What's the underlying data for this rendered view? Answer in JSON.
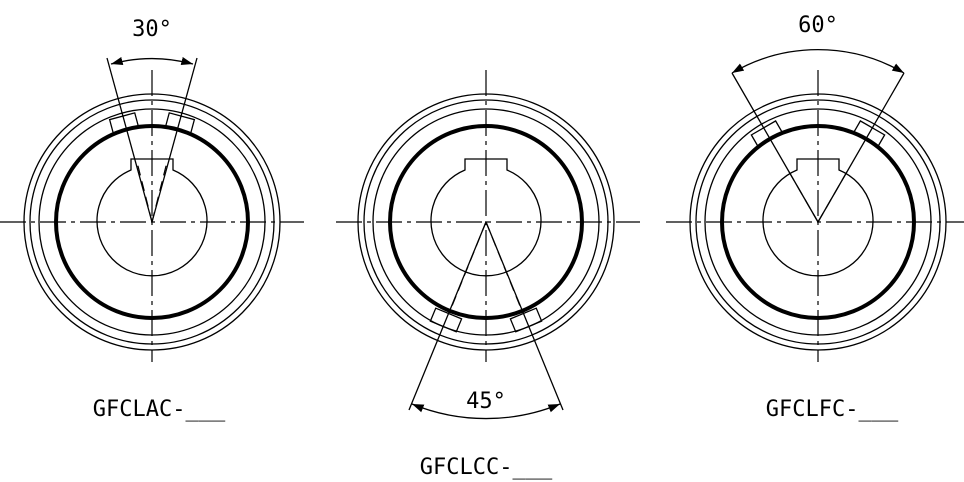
{
  "diagrams": [
    {
      "label": "GFCLAC-___",
      "angle_text": "30°"
    },
    {
      "label": "GFCLCC-___",
      "angle_text": "45°"
    },
    {
      "label": "GFCLFC-___",
      "angle_text": "60°"
    }
  ]
}
